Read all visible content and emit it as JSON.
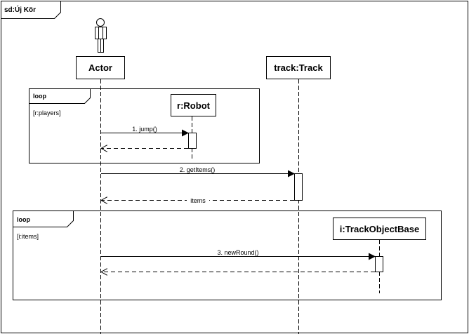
{
  "frame": {
    "title": "sd:Új Kör"
  },
  "lifelines": {
    "actor": {
      "label": "Actor"
    },
    "track": {
      "label": "track:Track"
    },
    "robot": {
      "label": "r:Robot"
    },
    "item": {
      "label": "i:TrackObjectBase"
    }
  },
  "fragments": [
    {
      "operator": "loop",
      "guard": "[r:players]"
    },
    {
      "operator": "loop",
      "guard": "[i:items]"
    }
  ],
  "messages": [
    {
      "label": "1. jump()"
    },
    {
      "label": "2. getItems()"
    },
    {
      "label": "items"
    },
    {
      "label": "3. newRound()"
    }
  ]
}
